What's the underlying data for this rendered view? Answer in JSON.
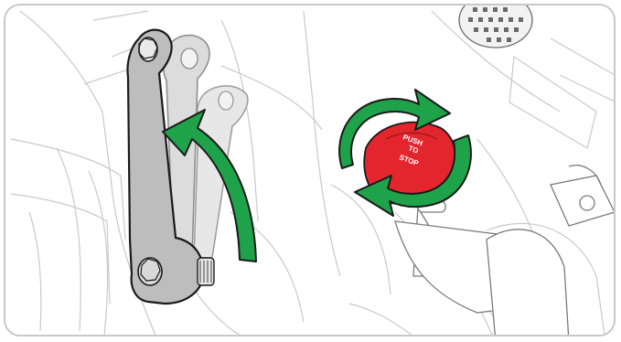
{
  "illustration": {
    "knob_label": [
      "PUSH",
      "TO",
      "STOP"
    ],
    "colors": {
      "arrow_green": "#1fa34a",
      "arrow_outline": "#1a1a1a",
      "knob_red": "#e3262e",
      "lever_gray": "#bdbdbd",
      "lever_ghost": "#d9d9d9",
      "frame_border": "#c8c8c8",
      "linework": "#c9c9c9"
    },
    "icons": [
      "curved-arrow-icon",
      "rotate-arrows-icon"
    ]
  }
}
